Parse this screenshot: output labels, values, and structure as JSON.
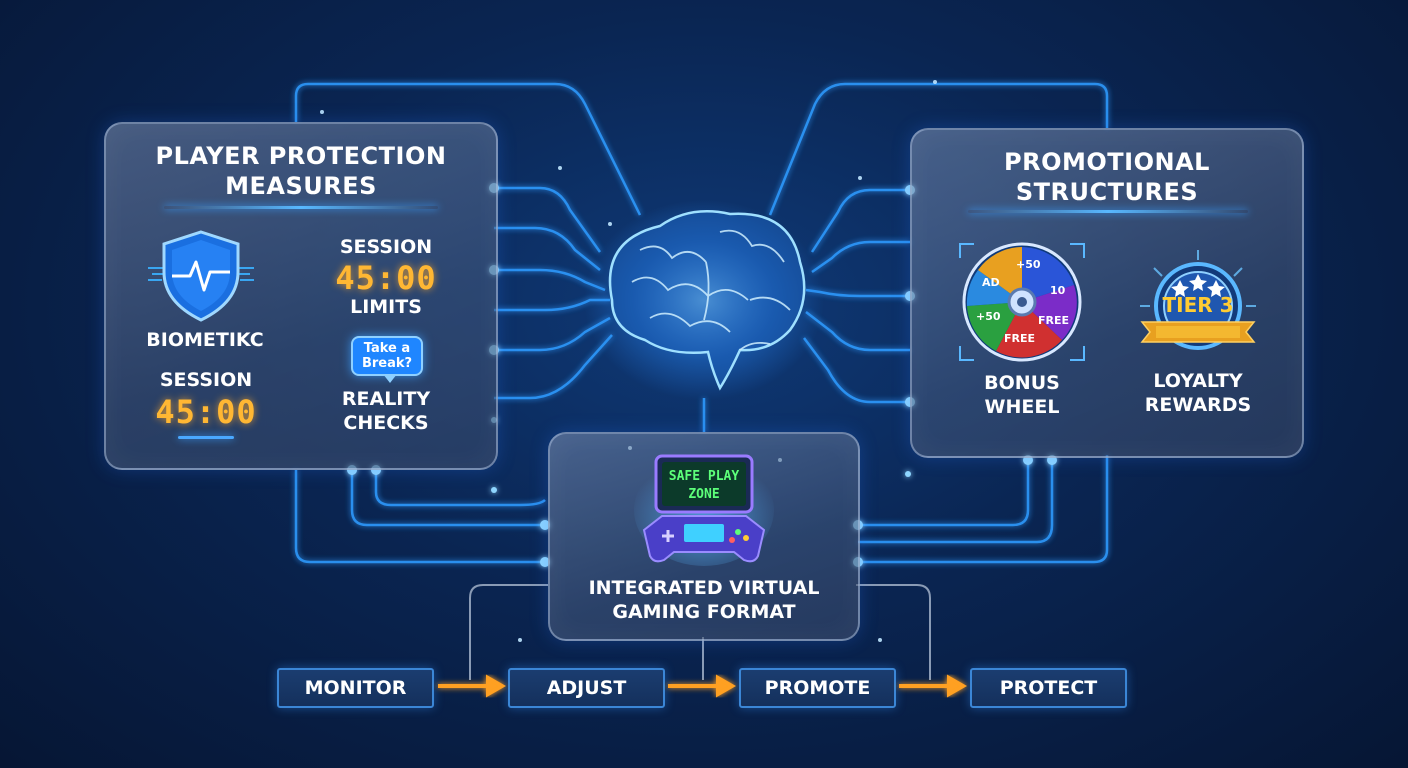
{
  "left_panel": {
    "title_line1": "PLAYER PROTECTION",
    "title_line2": "MEASURES",
    "shield_label": "BIOMETIKC",
    "session_top": {
      "label_above": "SESSION",
      "timer": "45:00",
      "label_below": "LIMITS"
    },
    "session_bottom": {
      "label": "SESSION",
      "timer": "45:00"
    },
    "bubble_line1": "Take a",
    "bubble_line2": "Break?",
    "reality_line1": "REALITY",
    "reality_line2": "CHECKS"
  },
  "right_panel": {
    "title_line1": "PROMOTIONAL",
    "title_line2": "STRUCTURES",
    "wheel_texts": {
      "t1": "+50",
      "t2": "+50",
      "t3": "FREE",
      "t4": "FREE",
      "t5": "10",
      "t6": "AD"
    },
    "wheel_label_line1": "BONUS",
    "wheel_label_line2": "WHEEL",
    "tier_text": "TIER 3",
    "tier_label_line1": "LOYALTY",
    "tier_label_line2": "REWARDS"
  },
  "center_panel": {
    "screen_line1": "SAFE PLAY",
    "screen_line2": "ZONE",
    "title_line1": "INTEGRATED VIRTUAL",
    "title_line2": "GAMING FORMAT"
  },
  "steps": [
    "MONITOR",
    "ADJUST",
    "PROMOTE",
    "PROTECT"
  ],
  "colors": {
    "accent_blue": "#4aa8ff",
    "timer_orange": "#ffb733",
    "arrow_orange": "#ffa020",
    "screen_green": "#5dff7a"
  }
}
